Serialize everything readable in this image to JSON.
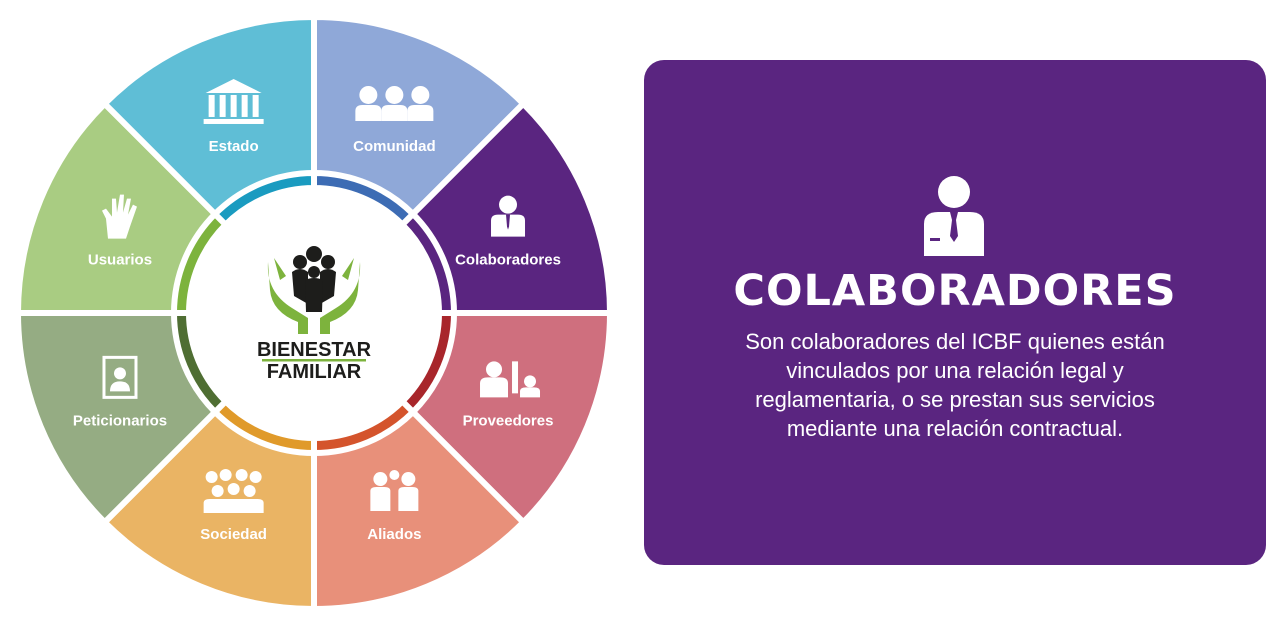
{
  "wheel": {
    "segments": [
      {
        "label": "Comunidad",
        "icon": "community-icon",
        "color": "#8fa8d8",
        "ring": "#3d6cb4"
      },
      {
        "label": "Colaboradores",
        "icon": "employee-icon",
        "color": "#5a2580",
        "ring": "#5a2580"
      },
      {
        "label": "Proveedores",
        "icon": "provider-icon",
        "color": "#cf6f7e",
        "ring": "#a8262b"
      },
      {
        "label": "Aliados",
        "icon": "allies-icon",
        "color": "#e8907a",
        "ring": "#d4542c"
      },
      {
        "label": "Sociedad",
        "icon": "society-icon",
        "color": "#eab464",
        "ring": "#e09a2a"
      },
      {
        "label": "Peticionarios",
        "icon": "petitioner-icon",
        "color": "#95ac83",
        "ring": "#4f6e33"
      },
      {
        "label": "Usuarios",
        "icon": "hand-icon",
        "color": "#a9cc82",
        "ring": "#7db33d"
      },
      {
        "label": "Estado",
        "icon": "government-building-icon",
        "color": "#5fbed6",
        "ring": "#1a9bc0"
      }
    ],
    "logo": {
      "line1": "BIENESTAR",
      "line2": "FAMILIAR",
      "icon": "family-hands-logo-icon"
    }
  },
  "panel": {
    "icon": "employee-icon",
    "title": "COLABORADORES",
    "description_lines": [
      "Son colaboradores del ICBF quienes están",
      "vinculados por una relación legal y",
      "reglamentaria, o se prestan sus servicios",
      "mediante una relación contractual."
    ],
    "background_color": "#5a2580"
  }
}
